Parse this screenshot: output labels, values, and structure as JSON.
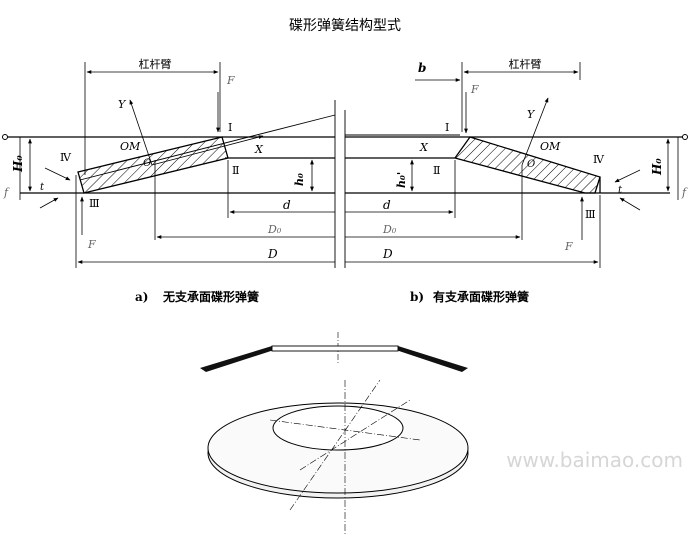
{
  "title": "碟形弹簧结构型式",
  "watermark": "www.baimao.com",
  "hatch_color": "#000000",
  "line_color": "#000000",
  "left": {
    "caption_prefix": "a)",
    "caption_text": "无支承面碟形弹簧",
    "lever_arm": "杠杆臂",
    "labels": {
      "Y": "Y",
      "OM": "OM",
      "O": "O",
      "X": "X",
      "F_top": "F",
      "F_bottom": "F",
      "I": "Ⅰ",
      "II": "Ⅱ",
      "III": "Ⅲ",
      "IV": "Ⅳ",
      "H0": "H₀",
      "f": "f",
      "t": "t",
      "h0": "h₀",
      "d": "d",
      "D0": "D₀",
      "D": "D"
    }
  },
  "right": {
    "caption_prefix": "b)",
    "caption_text": "有支承面碟形弹簧",
    "lever_arm": "杠杆臂",
    "labels": {
      "b": "b",
      "Y": "Y",
      "OM": "OM",
      "O": "O",
      "X": "X",
      "F_top": "F",
      "F_bottom": "F",
      "I": "Ⅰ",
      "II": "Ⅱ",
      "III": "Ⅲ",
      "IV": "Ⅳ",
      "H0": "H₀",
      "f": "f",
      "t": "t",
      "h0p": "h₀'",
      "d": "d",
      "D0": "D₀",
      "D": "D"
    }
  }
}
